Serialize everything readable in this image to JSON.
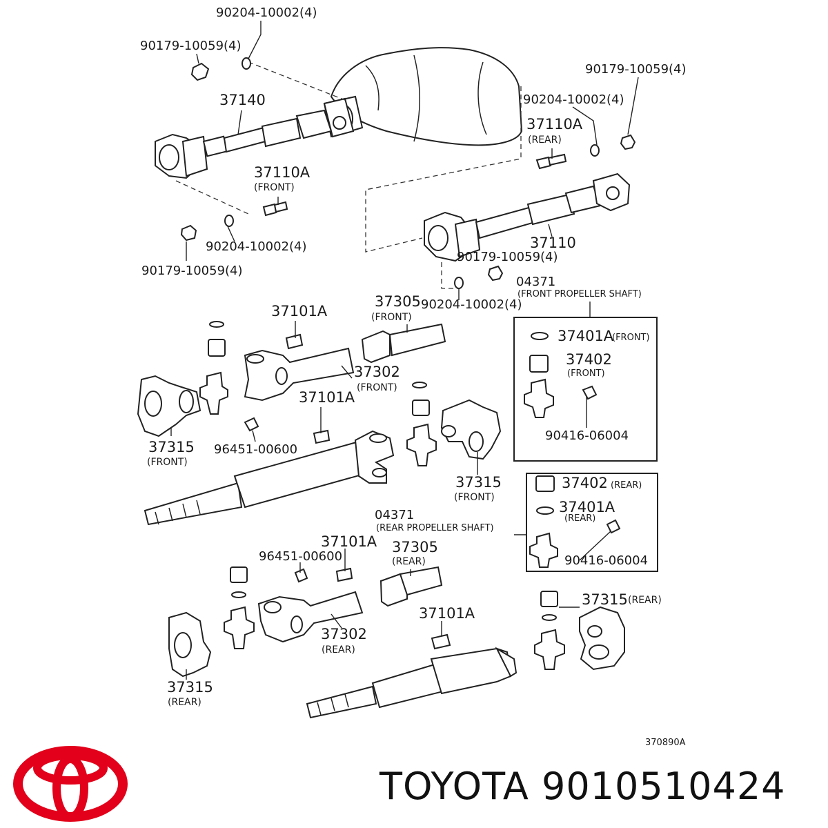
{
  "labels": {
    "p90204_top": "90204-10002(4)",
    "p90179_top": "90179-10059(4)",
    "p37140": "37140",
    "p90179_right": "90179-10059(4)",
    "p90204_right": "90204-10002(4)",
    "p37110a_rear": "37110A",
    "rear_paren": "(REAR)",
    "p37110a_front": "37110A",
    "front_paren": "(FRONT)",
    "p90204_mid": "90204-10002(4)",
    "p90179_midleft": "90179-10059(4)",
    "p37110": "37110",
    "p90179_midright": "90179-10059(4)",
    "p90204_midright": "90204-10002(4)",
    "p04371_front": "04371",
    "front_prop_shaft": "(FRONT PROPELLER SHAFT)",
    "p37101a_1": "37101A",
    "p37305_front": "37305",
    "front_paren_2": "(FRONT)",
    "p37302_front": "37302",
    "front_paren_3": "(FRONT)",
    "p37101a_2": "37101A",
    "p37315_front_left": "37315",
    "front_paren_4": "(FRONT)",
    "p96451_1": "96451-00600",
    "p37401a_front": "37401A",
    "front_paren_box": "(FRONT)",
    "p37402_front": "37402",
    "front_paren_box2": "(FRONT)",
    "p90416_front": "90416-06004",
    "p37315_front_right": "37315",
    "front_paren_5": "(FRONT)",
    "p37402_rear": "37402",
    "rear_paren_box": "(REAR)",
    "p37401a_rear": "37401A",
    "rear_paren_box2": "(REAR)",
    "p90416_rear": "90416-06004",
    "p04371_rear": "04371",
    "rear_prop_shaft": "(REAR PROPELLER SHAFT)",
    "p37101a_3": "37101A",
    "p96451_2": "96451-00600",
    "p37305_rear": "37305",
    "rear_paren_2": "(REAR)",
    "p37315_rear_right": "37315",
    "rear_paren_3": "(REAR)",
    "p37101a_4": "37101A",
    "p37302_rear": "37302",
    "rear_paren_4": "(REAR)",
    "p37315_rear_left": "37315",
    "rear_paren_5": "(REAR)",
    "diagram_code": "370890A"
  },
  "brand": {
    "name": "TOYOTA 9010510424",
    "logo_color": "#e2001a"
  }
}
